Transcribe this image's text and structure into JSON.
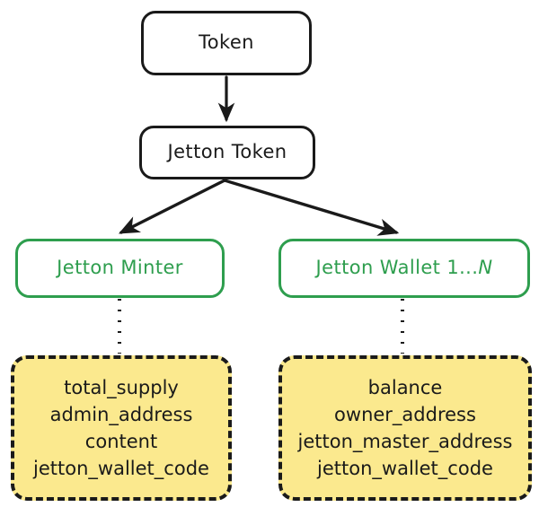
{
  "diagram": {
    "title": "Token / Jetton Token hierarchy",
    "background_color": "#ffffff",
    "colors": {
      "node_stroke": "#1a1a1a",
      "green_stroke": "#2e9e4e",
      "green_text": "#2e9e4e",
      "attr_fill": "#fbe98e",
      "attr_stroke": "#1a1a1a",
      "edge": "#1a1a1a",
      "text": "#1a1a1a"
    },
    "nodes": {
      "token": {
        "label": "Token"
      },
      "jetton_token": {
        "label": "Jetton Token"
      },
      "jetton_minter": {
        "label": "Jetton Minter"
      },
      "jetton_wallet": {
        "label_main": "Jetton Wallet 1...",
        "label_suffix": "N"
      },
      "minter_attrs": {
        "lines": [
          "total_supply",
          "admin_address",
          "content",
          "jetton_wallet_code"
        ]
      },
      "wallet_attrs": {
        "lines": [
          "balance",
          "owner_address",
          "jetton_master_address",
          "jetton_wallet_code"
        ]
      }
    },
    "edges": [
      {
        "from": "token",
        "to": "jetton_token",
        "style": "solid-arrow"
      },
      {
        "from": "jetton_token",
        "to": "jetton_minter",
        "style": "solid-arrow"
      },
      {
        "from": "jetton_token",
        "to": "jetton_wallet",
        "style": "solid-arrow"
      },
      {
        "from": "jetton_minter",
        "to": "minter_attrs",
        "style": "dotted"
      },
      {
        "from": "jetton_wallet",
        "to": "wallet_attrs",
        "style": "dotted"
      }
    ]
  }
}
